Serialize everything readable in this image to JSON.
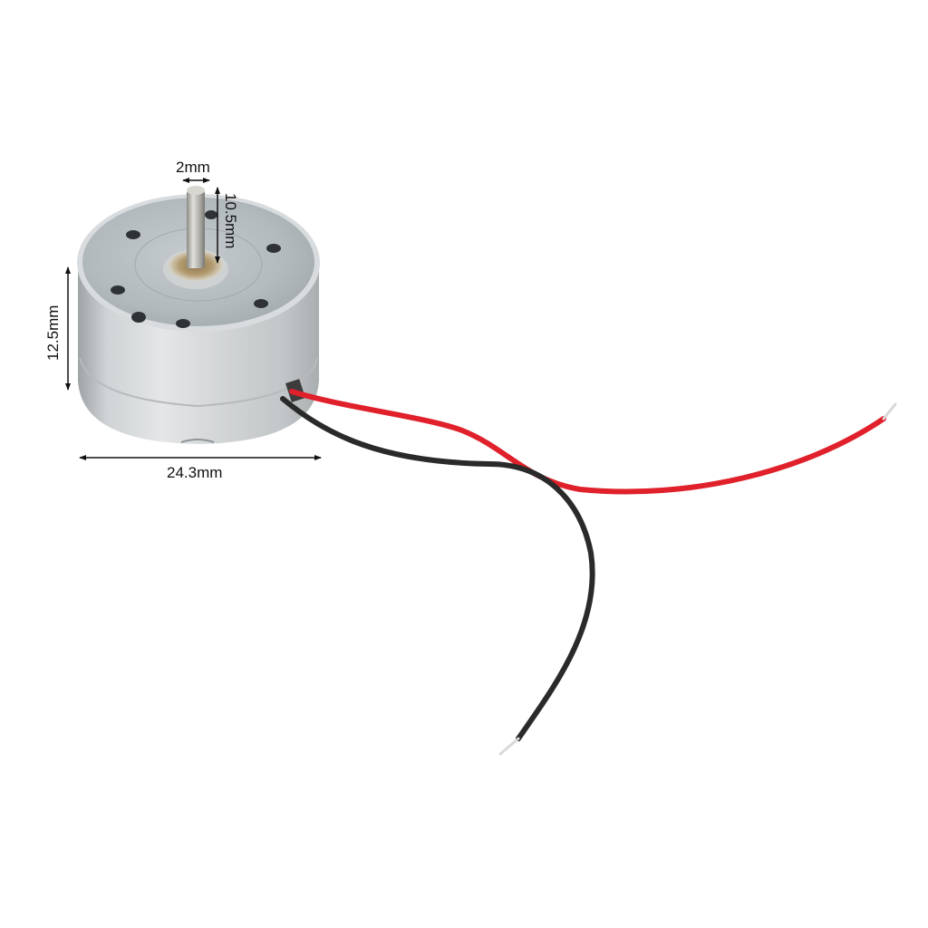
{
  "product": {
    "name": "Micro DC motor with red and black lead wires",
    "body_color": "#c9cdd0",
    "shaft_color": "#b8b6b0",
    "bushing_color": "#a89068",
    "wire_colors": {
      "positive": "#e0202a",
      "negative": "#2a2a2a"
    }
  },
  "dimensions": {
    "shaft_diameter": "2mm",
    "shaft_length": "10.5mm",
    "body_height": "12.5mm",
    "body_diameter": "24.3mm"
  }
}
